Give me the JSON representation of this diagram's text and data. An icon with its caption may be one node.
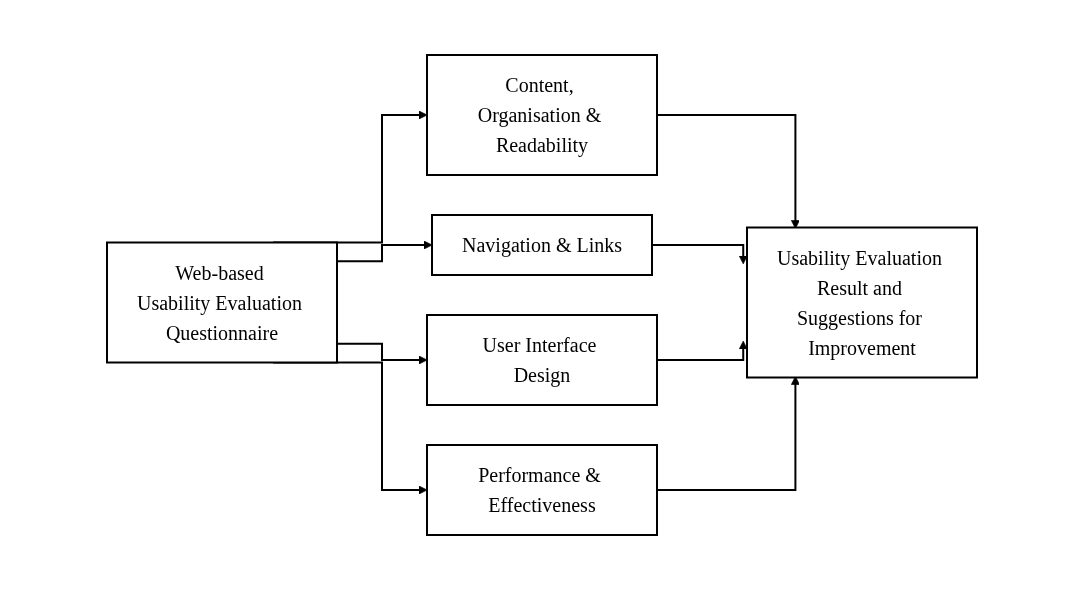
{
  "diagram": {
    "nodes": [
      {
        "text": [
          "Web-based Usability Evaluation Questionnaire"
        ]
      },
      {
        "text": [
          "Content, Organisation & Readability"
        ]
      },
      {
        "text": [
          "Navigation & Links"
        ]
      },
      {
        "text": [
          "User Interface Design"
        ]
      },
      {
        "text": [
          "Performance & Effectiveness"
        ]
      },
      {
        "text": [
          "Usability Evaluation Result and Suggestions for Improvement"
        ]
      }
    ],
    "edges": [
      {
        "from": 0,
        "to": 1,
        "arrow": "to"
      },
      {
        "from": 0,
        "to": 2,
        "arrow": "to"
      },
      {
        "from": 0,
        "to": 3,
        "arrow": "to"
      },
      {
        "from": 0,
        "to": 4,
        "arrow": "to"
      },
      {
        "from": 1,
        "to": 5,
        "arrow": "to"
      },
      {
        "from": 2,
        "to": 5,
        "arrow": "to"
      },
      {
        "from": 3,
        "to": 5,
        "arrow": "to"
      },
      {
        "from": 4,
        "to": 5,
        "arrow": "to"
      }
    ]
  }
}
